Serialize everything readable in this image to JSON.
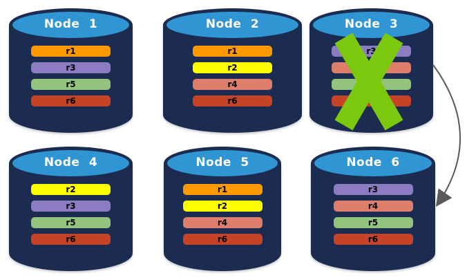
{
  "palette": {
    "background": "#FFFFFF",
    "cylinder_body": "#1C2B50",
    "cylinder_top": "#3096D3",
    "title_text": "#FFFFFF",
    "row_text": "#000000"
  },
  "nodes": [
    {
      "label": "Node 1",
      "rows": [
        {
          "label": "r1",
          "color": "#FF9900"
        },
        {
          "label": "r3",
          "color": "#8C7CC4"
        },
        {
          "label": "r5",
          "color": "#93C47D"
        },
        {
          "label": "r6",
          "color": "#C54327"
        }
      ]
    },
    {
      "label": "Node 2",
      "rows": [
        {
          "label": "r1",
          "color": "#FF9900"
        },
        {
          "label": "r2",
          "color": "#FFFF00"
        },
        {
          "label": "r4",
          "color": "#DD7E6B"
        },
        {
          "label": "r6",
          "color": "#C54327"
        }
      ]
    },
    {
      "label": "Node 3",
      "rows": [
        {
          "label": "r3",
          "color": "#8C7CC4"
        },
        {
          "label": "",
          "color": "#DD7E6B"
        },
        {
          "label": "",
          "color": "#93C47D"
        },
        {
          "label": "",
          "color": "#C54327"
        }
      ]
    },
    {
      "label": "Node 4",
      "rows": [
        {
          "label": "r2",
          "color": "#FFFF00"
        },
        {
          "label": "r3",
          "color": "#8C7CC4"
        },
        {
          "label": "r5",
          "color": "#93C47D"
        },
        {
          "label": "r6",
          "color": "#C54327"
        }
      ]
    },
    {
      "label": "Node 5",
      "rows": [
        {
          "label": "r1",
          "color": "#FF9900"
        },
        {
          "label": "r2",
          "color": "#FFFF00"
        },
        {
          "label": "r4",
          "color": "#DD7E6B"
        },
        {
          "label": "r6",
          "color": "#C54327"
        }
      ]
    },
    {
      "label": "Node 6",
      "rows": [
        {
          "label": "r3",
          "color": "#8C7CC4"
        },
        {
          "label": "r4",
          "color": "#DD7E6B"
        },
        {
          "label": "r5",
          "color": "#93C47D"
        },
        {
          "label": "r6",
          "color": "#C54327"
        }
      ]
    }
  ],
  "x_mark": {
    "color": "#7CC80E",
    "on_node": "Node 3"
  },
  "arrow": {
    "color": "#595959",
    "from_node": "Node 3",
    "to_node": "Node 6"
  }
}
